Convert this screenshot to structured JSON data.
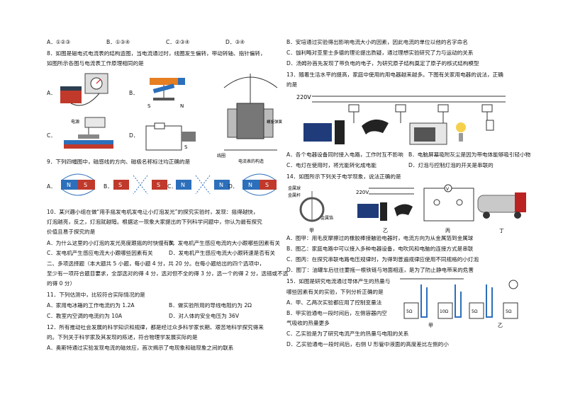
{
  "left": {
    "q7_options": [
      "A．①②③",
      "B．①③④",
      "C．②③④",
      "D．③④"
    ],
    "q8_line1": "8．如图是磁电式电流表的结构造图，当电流通过时，线圈发生偏转，带动转轴、指针偏转，",
    "q8_line2": "如图所示各图与电流表工作原理相同的是",
    "q8_fig_labels": {
      "a": "A．",
      "b": "B．",
      "c": "C．",
      "d": "D．",
      "power": "电源",
      "coil": "线圈",
      "spring": "螺旋弹簧",
      "meter": "电流表的构造"
    },
    "q9_stem": "9．下列四幅图中，磁感线的方向、磁极名称标注均正确的是",
    "q9_labels": [
      "A．",
      "B．",
      "C．",
      "D．"
    ],
    "q10_line1": "10．某兴趣小组在做“用手摇发电机发电让小灯泡发光”的探究实验时，发现：摇得越快，",
    "q10_line2": "灯泡越亮，反之，灯泡就越暗。根据这一现象大家提出的下列科学问题中，你认为最有探究",
    "q10_line3": "价值且易于探究的是",
    "q10_opt_a": "A．为什么这里的小灯泡的发光亮度跟摇的时快慢有关",
    "q10_opt_b": "B．发电机产生感应电流的大小跟哪些因素有关",
    "q10_opt_c": "C．发电机产生感应电流大小跟哪些因素有关",
    "q10_opt_d": "D．发电机产生感应电流大小跟转速是否有关",
    "sec2_line1": "二、多项选择题（本大题共 5 小题，每小题 4 分，共 20 分。在每小题给出的四个选项中，",
    "sec2_line2": "至少有一项符合题目要求，全部选对的得 4 分，选对但不全的得 3 分，选一个的得 2 分，选错或不选",
    "sec2_line3": "的得 0 分）",
    "q11_stem": "11．下列估测中，比较符合实际情况的是",
    "q11_opt_a": "A．家用电冰箱的工作电流约为 1.2A",
    "q11_opt_b": "B．做实验所用的导线电阻约为 2Ω",
    "q11_opt_c": "C．教室内空调的电流约为 10A",
    "q11_opt_d": "D．对人体的安全电压为 36V",
    "q12_line1": "12．所有推动社会发展的科学知识和规律，都是经过众多科学家长期、艰苦地科学探究得来",
    "q12_line2": "的。下列关于科学家及其发现的陈述，符合物理学发展实际的是",
    "q12_opt_a": "A．奥斯特通过实验发现电流的磁效应，首次揭示了电现象和磁现象之间的联系"
  },
  "right": {
    "q12_opt_b": "B．安培通过实验得出影响电流大小的因素，因此电流的单位以他的名字命名",
    "q12_opt_c": "C．伽利略对亚里士多德的理论提出质疑，通过理想实验研究了力与运动的关系",
    "q12_opt_d": "D．汤姆孙首先发现了带负电的电子，为研究原子结构奠定了原子的核式结构模型",
    "q13_line1": "13．随着生活水平的提高，家庭中使用的用电器越来越多。下图有关家用电器的说法，正确",
    "q13_line2": "的是",
    "q13_voltage": "220V",
    "q13_opt_a": "A．各个电器设备同时接入电路，工作时互不影响",
    "q13_opt_b": "B．电脑屏幕吸附灰尘是因为带电体能够吸引轻小物体",
    "q13_opt_c": "C．电灯在使用时，将光能转化成电能",
    "q13_opt_d": "D．灯泡与控制灯泡的开关是串联的",
    "q14_stem": "14．如图所示下列关于电学现象，说法正确的是",
    "q14_labels": {
      "ball": "金属球",
      "rod": "金属杆",
      "foil": "金属箔",
      "voltage": "220V",
      "jia": "甲",
      "yi": "乙",
      "bing": "丙",
      "ding": "丁"
    },
    "q14_opt_a": "A．图甲：用毛皮摩擦过的橡胶棒接触验电器时，电流方向为从金属箔到金属球",
    "q14_opt_b": "B．图乙：家庭电路中可以接入多种电器设备，电吹风和电脑的连接方式是串联",
    "q14_opt_c": "C．图丙：在探究串联电路电压规律时，为得到普遍规律应使用不同规格的小灯泡",
    "q14_opt_d": "D．图丁：油罐车后往往要拖一根铁链与地面相连，是为了防止静电带来的危害",
    "q15_line1": "15．如图是研究电流通过导体产生的热量与",
    "q15_line2": "哪些因素有关的实验，下列分析正确的是",
    "q15_opt_a": "A．甲、乙两次实验都应用了控制变量法",
    "q15_opt_b": "B．甲实验通电一段时间后，左侧容器内空",
    "q15_opt_b2": "气吸收的热量更多",
    "q15_opt_c": "C．乙实验是为了研究电流产生的热量与电阻的关系",
    "q15_opt_d": "D．乙实验通电一段时间后，右侧 U 形管中液面的高度差比左侧的小",
    "q15_fig": {
      "r5": "5Ω",
      "r10": "10Ω",
      "jia": "甲",
      "yi": "乙"
    }
  }
}
